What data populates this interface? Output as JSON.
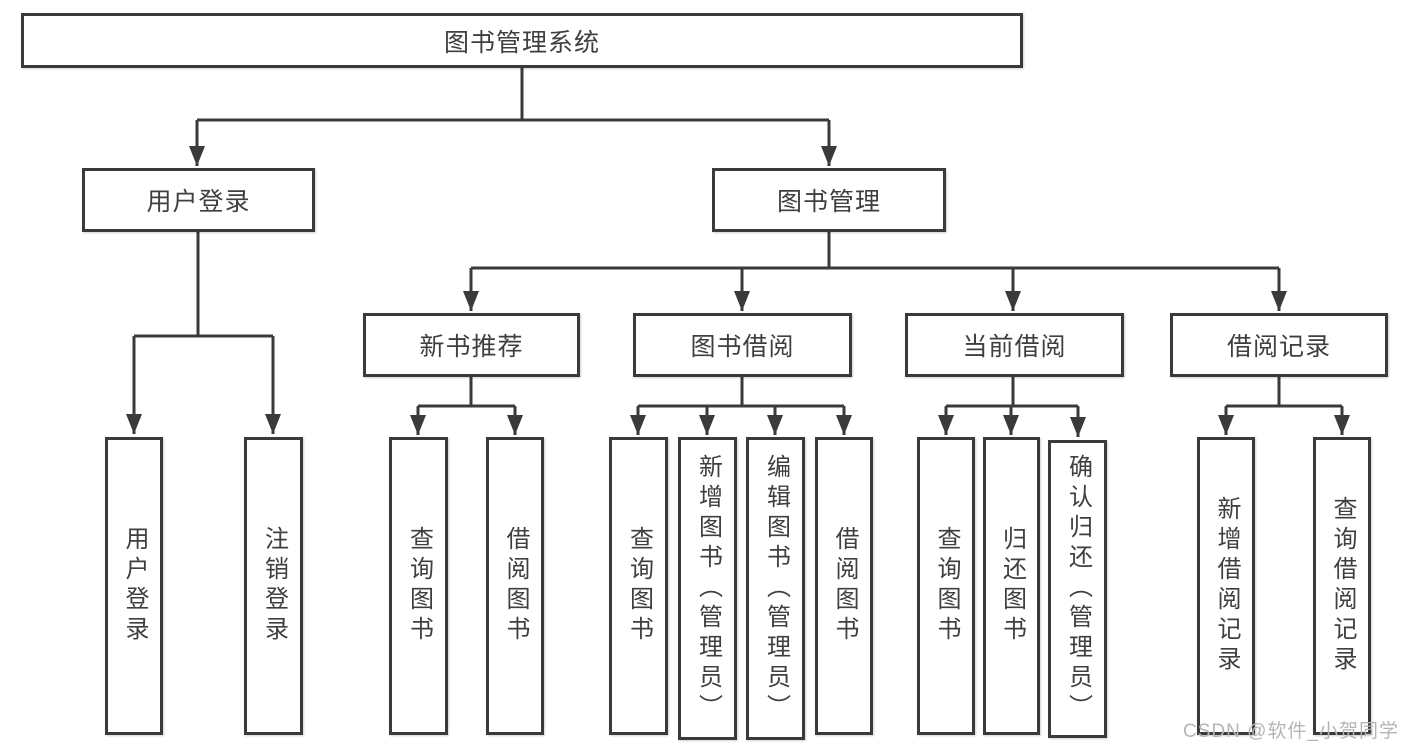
{
  "colors": {
    "background": "#ffffff",
    "border": "#3a3a3a",
    "line": "#3a3a3a",
    "text": "#3f3f3f",
    "watermark": "#b5b5b5"
  },
  "tree": {
    "label": "图书管理系统",
    "children": [
      {
        "label": "用户登录",
        "children": [
          {
            "label": "用户登录"
          },
          {
            "label": "注销登录"
          }
        ]
      },
      {
        "label": "图书管理",
        "children": [
          {
            "label": "新书推荐",
            "children": [
              {
                "label": "查询图书"
              },
              {
                "label": "借阅图书"
              }
            ]
          },
          {
            "label": "图书借阅",
            "children": [
              {
                "label": "查询图书"
              },
              {
                "label": "新增图书（管理员）"
              },
              {
                "label": "编辑图书（管理员）"
              },
              {
                "label": "借阅图书"
              }
            ]
          },
          {
            "label": "当前借阅",
            "children": [
              {
                "label": "查询图书"
              },
              {
                "label": "归还图书"
              },
              {
                "label": "确认归还（管理员）"
              }
            ]
          },
          {
            "label": "借阅记录",
            "children": [
              {
                "label": "新增借阅记录"
              },
              {
                "label": "查询借阅记录"
              }
            ]
          }
        ]
      }
    ]
  },
  "watermark": {
    "text": "CSDN @软件_小贺同学"
  }
}
